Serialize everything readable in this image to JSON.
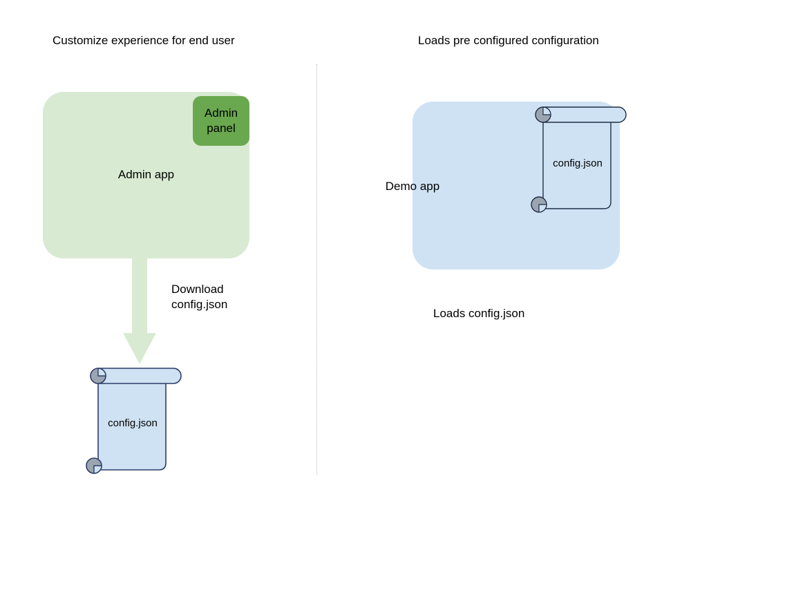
{
  "diagram": {
    "headings": {
      "left": "Customize experience for end user",
      "right": "Loads pre configured configuration"
    },
    "left_flow": {
      "app_box": {
        "label": "Admin app",
        "fill": "#d9ead3"
      },
      "panel_chip": {
        "label": "Admin\npanel",
        "fill": "#6aa84f"
      },
      "arrow": {
        "label": "Download\nconfig.json",
        "fill": "#d9ead3",
        "direction": "down"
      },
      "document": {
        "label": "config.json",
        "fill": "#cfe2f3",
        "stroke": "#2a3c66",
        "curl_fill": "#9aa5b1",
        "icon": "scroll-document-icon"
      }
    },
    "right_flow": {
      "app_box": {
        "label": "Demo app",
        "fill": "#cfe2f3"
      },
      "document": {
        "label": "config.json",
        "fill": "#cfe2f3",
        "stroke": "#1f2d44",
        "curl_fill": "#9aa5b1",
        "icon": "scroll-document-icon"
      },
      "caption": "Loads config.json"
    },
    "divider": {
      "style": "dotted",
      "color": "#b9b9b9"
    }
  }
}
